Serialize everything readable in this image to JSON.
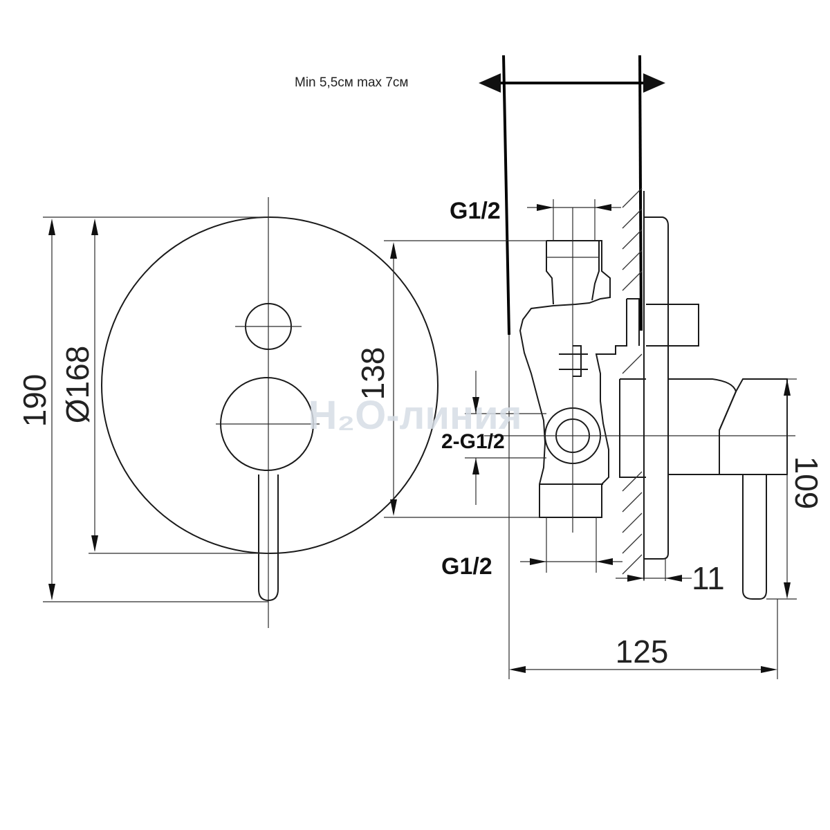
{
  "wall_range_label": "Min 5,5см max 7см",
  "thread_top": "G1/2",
  "thread_outlets": "2-G1/2",
  "thread_bottom": "G1/2",
  "dimensions": {
    "overall_height": "190",
    "plate_diameter": "Ø168",
    "body_height": "138",
    "handle_height": "109",
    "plate_offset": "11",
    "overall_depth": "125"
  },
  "watermark": "H₂O-линия"
}
